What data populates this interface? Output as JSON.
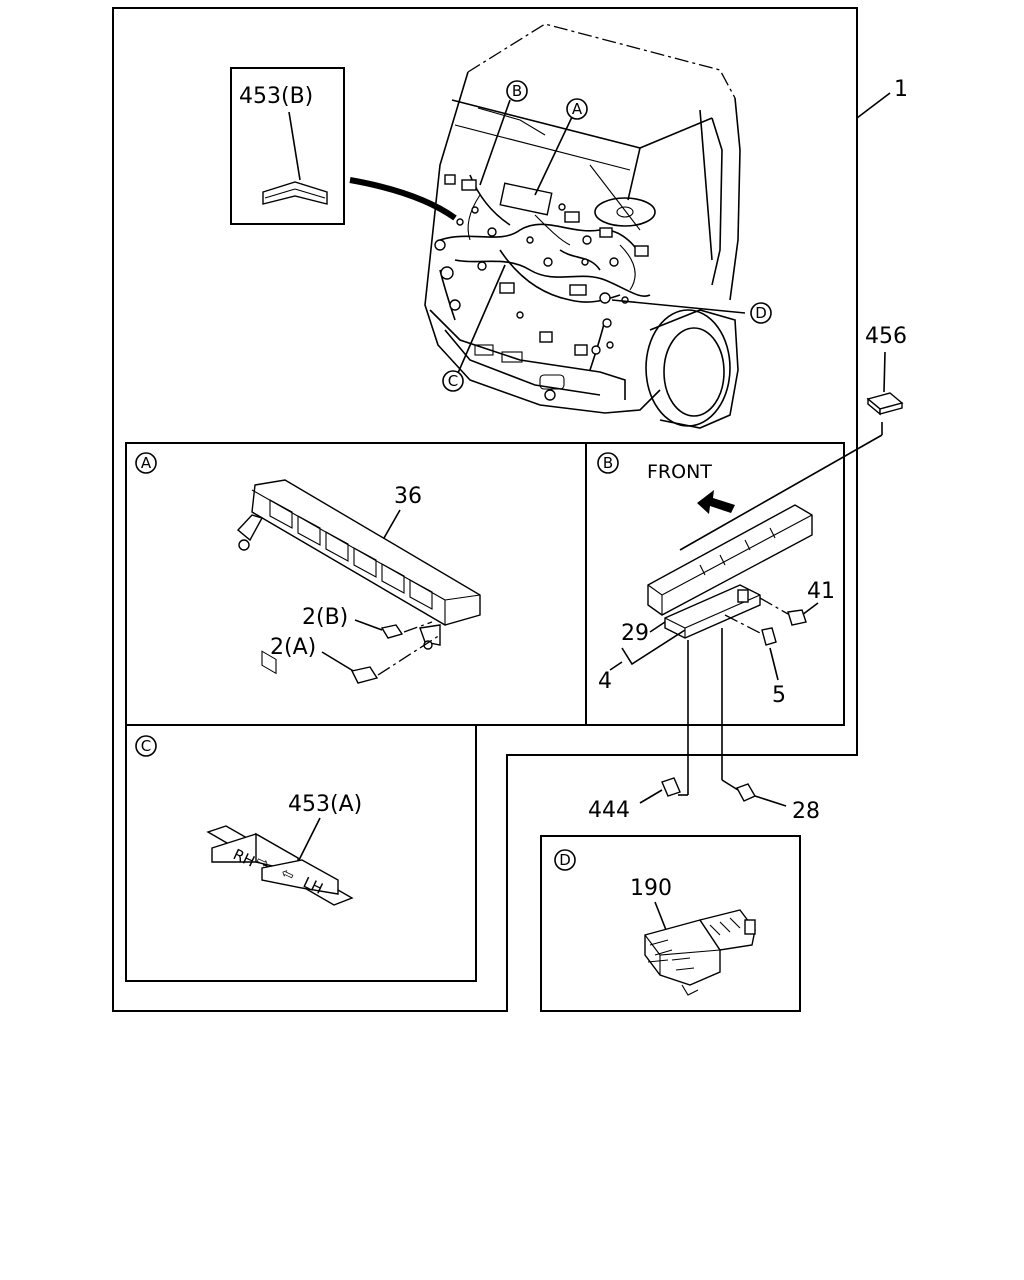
{
  "callouts": {
    "assembly": "1",
    "clip_453b": "453(B)",
    "pad_456": "456",
    "relay_box_36": "36",
    "connector_2b": "2(B)",
    "connector_2a": "2(A)",
    "front_text": "FRONT",
    "bracket_41": "41",
    "bracket_29": "29",
    "bracket_4": "4",
    "bracket_5": "5",
    "clip_444": "444",
    "bolt_28": "28",
    "label_453a": "453(A)",
    "connector_190": "190"
  },
  "detail_markers": {
    "a": "A",
    "b": "B",
    "c": "C",
    "d": "D"
  },
  "tape_text": {
    "rh": "RH",
    "lh": "LH"
  },
  "colors": {
    "line": "#000000",
    "background": "#ffffff"
  }
}
